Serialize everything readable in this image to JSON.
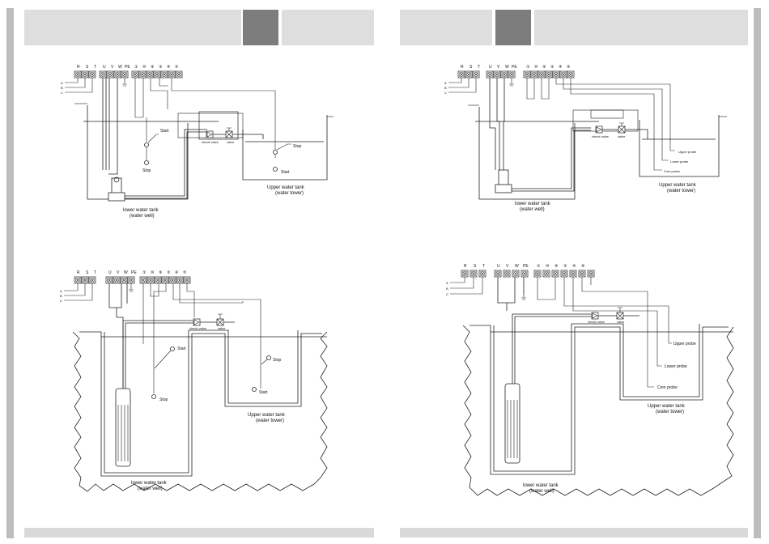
{
  "terminal_letters": [
    "R",
    "S",
    "T",
    "U",
    "V",
    "W",
    "PE"
  ],
  "terminal_numbers_a": [
    "①",
    "⑩",
    "⑨",
    "③",
    "④",
    "⑤"
  ],
  "terminal_numbers_b": [
    "①",
    "⑩",
    "⑨",
    "②",
    "④",
    "⑨"
  ],
  "phases": [
    "A",
    "B",
    "C"
  ],
  "labels": {
    "start": "Start",
    "stop": "Stop",
    "check_valve": "check valve",
    "valve": "valve",
    "upper_probe": "Upper probe",
    "lower_probe": "Lower probe",
    "com_probe": "Com probe",
    "upper_tank": "Upper water tank",
    "upper_tank_sub": "(water tower)",
    "lower_tank": "lower water tank",
    "lower_tank_sub": "(water well)"
  },
  "colors": {
    "header": "#dedede",
    "header_accent": "#7d7d7d",
    "edge": "#bdbdbd",
    "line": "#222222"
  }
}
